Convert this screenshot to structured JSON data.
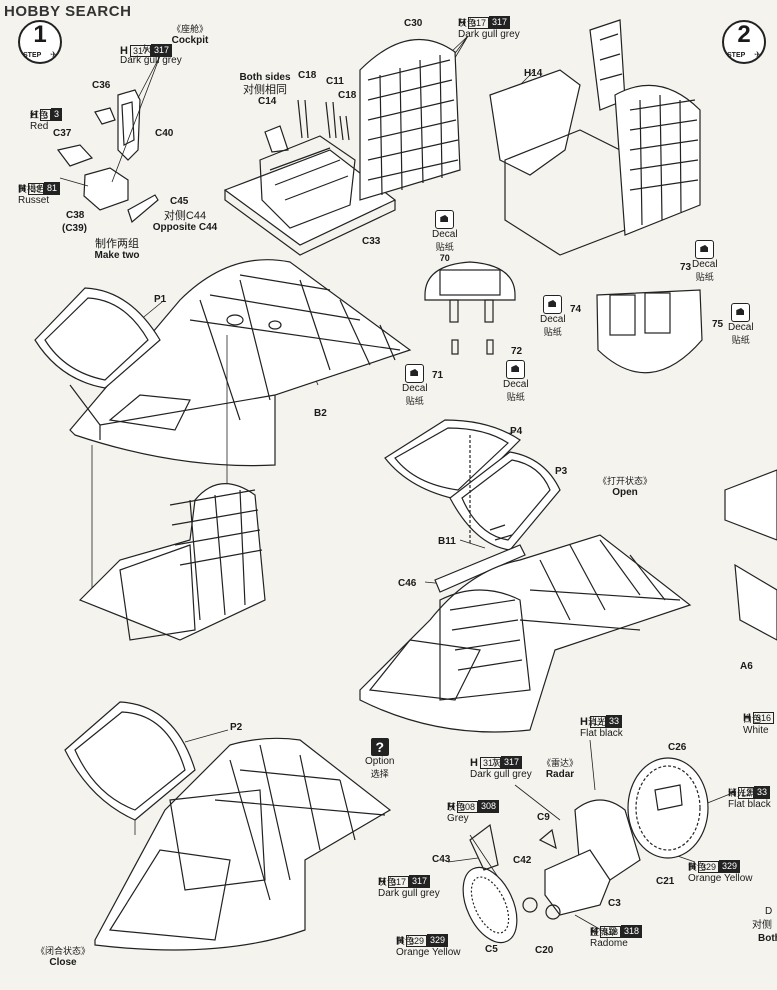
{
  "brand": {
    "text": "HOBBY SEARCH"
  },
  "steps": [
    {
      "number": "1",
      "label": "STEP"
    },
    {
      "number": "2",
      "label": "STEP"
    }
  ],
  "cockpit": {
    "cn": "《座舱》",
    "en": "Cockpit"
  },
  "radar": {
    "cn": "《雷达》",
    "en": "Radar"
  },
  "open": {
    "cn": "《打开状态》",
    "en": "Open"
  },
  "close": {
    "cn": "《闭合状态》",
    "en": "Close"
  },
  "make_two": {
    "cn": "制作两组",
    "en": "Make two"
  },
  "both_sides": {
    "en": "Both sides",
    "cn": "对侧相同"
  },
  "opposite": {
    "cn": "对侧C44",
    "en": "Opposite C44"
  },
  "option": {
    "en": "Option",
    "cn": "选择"
  },
  "paints": {
    "cockpit_grey": {
      "h": "H",
      "c1": "317",
      "c2": "317",
      "cn": "灰色",
      "en": "Dark gull grey"
    },
    "top_grey": {
      "h": "H",
      "c1": "317",
      "c2": "317",
      "cn": "灰色",
      "en": "Dark gull grey"
    },
    "red": {
      "h": "H",
      "c1": "3",
      "c2": "3",
      "cn": "红色",
      "en": "Red"
    },
    "russet": {
      "h": "H",
      "c1": "33",
      "c2": "81",
      "cn": "黄褐色",
      "en": "Russet"
    },
    "flat_black_1": {
      "h": "H",
      "c1": "12",
      "c2": "33",
      "cn": "消光黑",
      "en": "Flat black"
    },
    "flat_black_2": {
      "h": "H",
      "c1": "12",
      "c2": "33",
      "cn": "消光黑",
      "en": "Flat black"
    },
    "radar_grey": {
      "h": "H",
      "c1": "317",
      "c2": "317",
      "cn": "灰色",
      "en": "Dark gull grey"
    },
    "grey": {
      "h": "H",
      "c1": "308",
      "c2": "308",
      "cn": "灰色",
      "en": "Grey"
    },
    "dark_grey_2": {
      "h": "H",
      "c1": "317",
      "c2": "317",
      "cn": "灰色",
      "en": "Dark gull grey"
    },
    "orange_1": {
      "h": "H",
      "c1": "329",
      "c2": "329",
      "cn": "黄色",
      "en": "Orange Yellow"
    },
    "orange_2": {
      "h": "H",
      "c1": "329",
      "c2": "329",
      "cn": "黄色",
      "en": "Orange Yellow"
    },
    "radome": {
      "h": "H",
      "c1": "318",
      "c2": "318",
      "cn": "整流罩",
      "en": "Radome"
    },
    "white": {
      "h": "H",
      "c1": "316",
      "cn": "白色",
      "en": "White"
    }
  },
  "decals": [
    {
      "num": "70",
      "en": "Decal",
      "cn": "贴纸"
    },
    {
      "num": "71",
      "en": "Decal",
      "cn": "贴纸"
    },
    {
      "num": "72",
      "en": "Decal",
      "cn": "贴纸"
    },
    {
      "num": "73",
      "en": "Decal",
      "cn": "贴纸"
    },
    {
      "num": "74",
      "en": "Decal",
      "cn": "贴纸"
    },
    {
      "num": "75",
      "en": "Decal",
      "cn": "贴纸"
    }
  ],
  "parts": {
    "C36": "C36",
    "C37": "C37",
    "C40": "C40",
    "C38": "C38",
    "C39": "(C39)",
    "C45": "C45",
    "C14": "C14",
    "C18a": "C18",
    "C11": "C11",
    "C18b": "C18",
    "C30": "C30",
    "C33": "C33",
    "H14": "H14",
    "P1": "P1",
    "B2": "B2",
    "P4": "P4",
    "P3": "P3",
    "B11": "B11",
    "C46": "C46",
    "A6": "A6",
    "P2": "P2",
    "C26": "C26",
    "C9": "C9",
    "C43": "C43",
    "C42": "C42",
    "C21": "C21",
    "C3": "C3",
    "C5": "C5",
    "C20": "C20"
  },
  "clipped": {
    "both": "Both",
    "dui": "对侧",
    "d": "D"
  }
}
